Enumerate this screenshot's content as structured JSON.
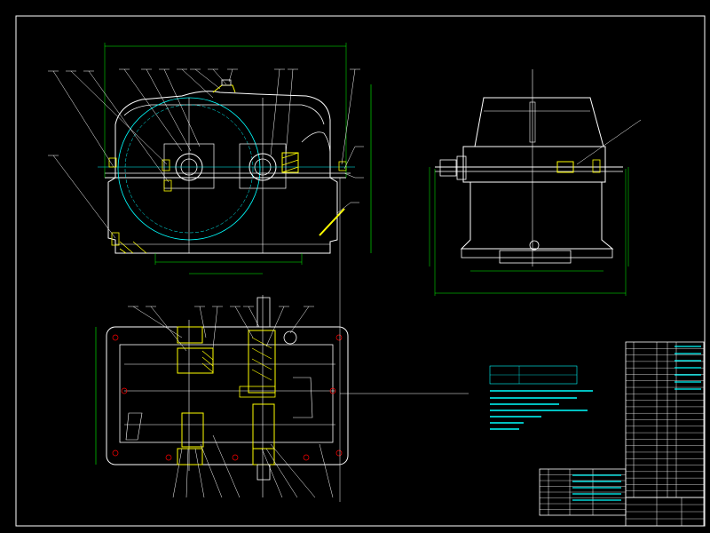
{
  "drawing": {
    "background": "#000000",
    "line_colors": {
      "outline": "#ffffff",
      "dimension": "#00ff00",
      "hatch": "#ffff00",
      "center": "#ff0000",
      "circle": "#00ffff",
      "annotation": "#00ffff",
      "leader": "#ffffff"
    },
    "views": [
      "front-view",
      "side-view",
      "top-view"
    ],
    "dimension_labels": {
      "front_top": "",
      "front_bottom": "",
      "side_bottom": "",
      "top_left": ""
    },
    "notes_title": "",
    "notes_lines": [
      "",
      "",
      "",
      "",
      ""
    ],
    "parts_list_rows": 24,
    "title_block_rows": 4
  }
}
